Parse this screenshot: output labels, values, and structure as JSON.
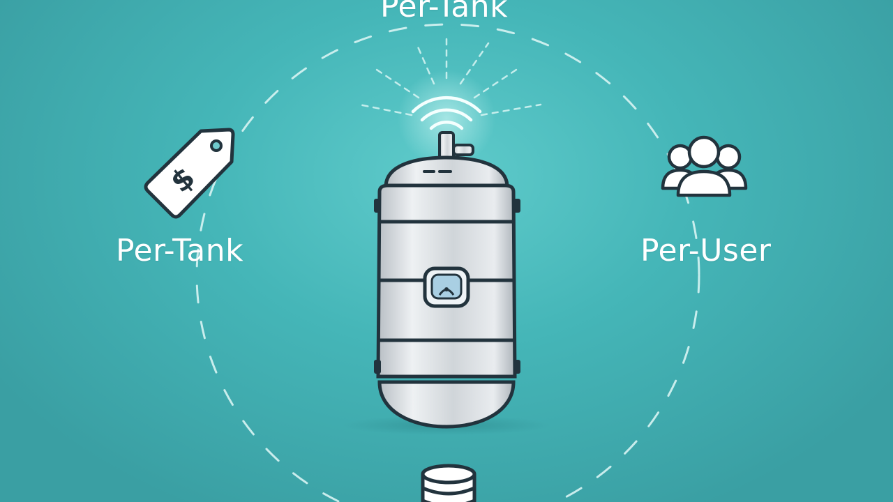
{
  "labels": {
    "top": "Per-Tank",
    "left": "Per-Tank",
    "right": "Per-User"
  },
  "icons": {
    "top_center": "wifi-signal-icon",
    "left": "price-tag-dollar-icon",
    "right": "users-group-icon",
    "bottom": "database-icon",
    "center": "storage-tank-icon"
  },
  "colors": {
    "background": "#45b6b8",
    "foreground": "#ffffff",
    "outline": "#22333d",
    "tank_steel": "#c9ced3",
    "gauge": "#a9cfe3"
  }
}
